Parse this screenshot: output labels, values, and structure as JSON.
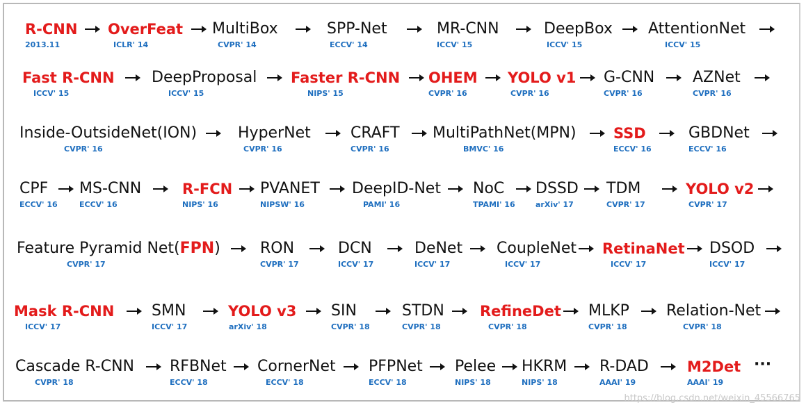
{
  "rows": [
    {
      "nodes": [
        {
          "name": "R-CNN",
          "venue": "2013.11",
          "hl": true
        },
        {
          "name": "OverFeat",
          "venue": "ICLR' 14",
          "hl": true
        },
        {
          "name": "MultiBox",
          "venue": "CVPR' 14",
          "hl": false
        },
        {
          "name": "SPP-Net",
          "venue": "ECCV' 14",
          "hl": false
        },
        {
          "name": "MR-CNN",
          "venue": "ICCV' 15",
          "hl": false
        },
        {
          "name": "DeepBox",
          "venue": "ICCV' 15",
          "hl": false
        },
        {
          "name": "AttentionNet",
          "venue": "ICCV' 15",
          "hl": false
        }
      ]
    },
    {
      "nodes": [
        {
          "name": "Fast R-CNN",
          "venue": "ICCV' 15",
          "hl": true
        },
        {
          "name": "DeepProposal",
          "venue": "ICCV' 15",
          "hl": false
        },
        {
          "name": "Faster R-CNN",
          "venue": "NIPS' 15",
          "hl": true
        },
        {
          "name": "OHEM",
          "venue": "CVPR' 16",
          "hl": true
        },
        {
          "name": "YOLO v1",
          "venue": "CVPR' 16",
          "hl": true
        },
        {
          "name": "G-CNN",
          "venue": "CVPR' 16",
          "hl": false
        },
        {
          "name": "AZNet",
          "venue": "CVPR' 16",
          "hl": false
        }
      ]
    },
    {
      "nodes": [
        {
          "name": "Inside-OutsideNet(ION)",
          "venue": "CVPR' 16",
          "hl": false
        },
        {
          "name": "HyperNet",
          "venue": "CVPR' 16",
          "hl": false
        },
        {
          "name": "CRAFT",
          "venue": "CVPR' 16",
          "hl": false
        },
        {
          "name": "MultiPathNet(MPN)",
          "venue": "BMVC' 16",
          "hl": false
        },
        {
          "name": "SSD",
          "venue": "ECCV' 16",
          "hl": true
        },
        {
          "name": "GBDNet",
          "venue": "ECCV' 16",
          "hl": false
        }
      ]
    },
    {
      "nodes": [
        {
          "name": "CPF",
          "venue": "ECCV' 16",
          "hl": false
        },
        {
          "name": "MS-CNN",
          "venue": "ECCV' 16",
          "hl": false
        },
        {
          "name": "R-FCN",
          "venue": "NIPS' 16",
          "hl": true
        },
        {
          "name": "PVANET",
          "venue": "NIPSW' 16",
          "hl": false
        },
        {
          "name": "DeepID-Net",
          "venue": "PAMI' 16",
          "hl": false
        },
        {
          "name": "NoC",
          "venue": "TPAMI' 16",
          "hl": false
        },
        {
          "name": "DSSD",
          "venue": "arXiv' 17",
          "hl": false
        },
        {
          "name": "TDM",
          "venue": "CVPR' 17",
          "hl": false
        },
        {
          "name": "YOLO v2",
          "venue": "CVPR' 17",
          "hl": true
        }
      ]
    },
    {
      "nodes": [
        {
          "name": "Feature Pyramid Net(",
          "name_hl": "FPN",
          "name_after": ")",
          "venue": "CVPR' 17",
          "hl": false
        },
        {
          "name": "RON",
          "venue": "CVPR' 17",
          "hl": false
        },
        {
          "name": "DCN",
          "venue": "ICCV' 17",
          "hl": false
        },
        {
          "name": "DeNet",
          "venue": "ICCV' 17",
          "hl": false
        },
        {
          "name": "CoupleNet",
          "venue": "ICCV' 17",
          "hl": false
        },
        {
          "name": "RetinaNet",
          "venue": "ICCV' 17",
          "hl": true
        },
        {
          "name": "DSOD",
          "venue": "ICCV' 17",
          "hl": false
        }
      ]
    },
    {
      "nodes": [
        {
          "name": "Mask R-CNN",
          "venue": "ICCV' 17",
          "hl": true
        },
        {
          "name": "SMN",
          "venue": "ICCV' 17",
          "hl": false
        },
        {
          "name": "YOLO v3",
          "venue": "arXiv' 18",
          "hl": true
        },
        {
          "name": "SIN",
          "venue": "CVPR' 18",
          "hl": false
        },
        {
          "name": "STDN",
          "venue": "CVPR' 18",
          "hl": false
        },
        {
          "name": "RefineDet",
          "venue": "CVPR' 18",
          "hl": true
        },
        {
          "name": "MLKP",
          "venue": "CVPR' 18",
          "hl": false
        },
        {
          "name": "Relation-Net",
          "venue": "CVPR' 18",
          "hl": false
        }
      ]
    },
    {
      "nodes": [
        {
          "name": "Cascade R-CNN",
          "venue": "CVPR' 18",
          "hl": false
        },
        {
          "name": "RFBNet",
          "venue": "ECCV' 18",
          "hl": false
        },
        {
          "name": "CornerNet",
          "venue": "ECCV' 18",
          "hl": false
        },
        {
          "name": "PFPNet",
          "venue": "ECCV' 18",
          "hl": false
        },
        {
          "name": "Pelee",
          "venue": "NIPS' 18",
          "hl": false
        },
        {
          "name": "HKRM",
          "venue": "NIPS' 18",
          "hl": false
        },
        {
          "name": "R-DAD",
          "venue": "AAAI' 19",
          "hl": false
        },
        {
          "name": "M2Det",
          "venue": "AAAI' 19",
          "hl": true
        }
      ]
    }
  ],
  "ellipsis": "···",
  "watermark": "https://blog.csdn.net/weixin_45566765"
}
